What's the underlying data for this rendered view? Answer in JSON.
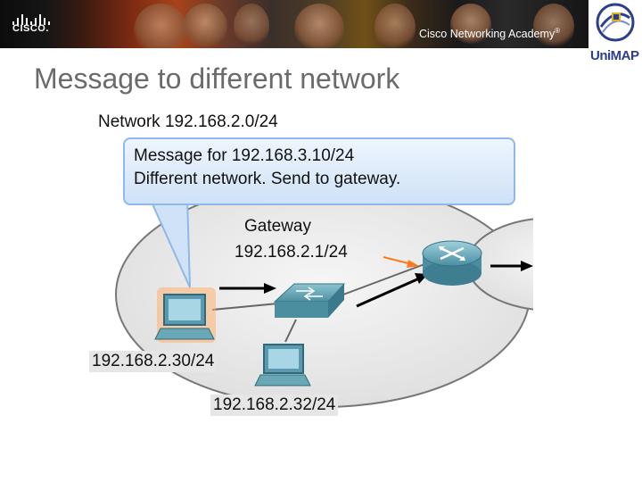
{
  "header": {
    "academy_text": "Cisco Networking Academy",
    "academy_mark": "®",
    "cisco_word": "CISCO.",
    "unimap_text": "UniMAP"
  },
  "slide": {
    "title": "Message to different network"
  },
  "diagram": {
    "network_label": "Network 192.168.2.0/24",
    "callout_line1": "Message for 192.168.3.10/24",
    "callout_line2": "Different network. Send to gateway.",
    "gateway_label": "Gateway",
    "gateway_ip": "192.168.2.1/24",
    "host1_ip": "192.168.2.30/24",
    "host2_ip": "192.168.2.32/24"
  },
  "colors": {
    "title": "#6b6b6b",
    "network_fill": "#e8e8e8",
    "callout_border": "#8eb8e8",
    "highlight": "#ff7a1a",
    "device": "#6aa8b8"
  }
}
